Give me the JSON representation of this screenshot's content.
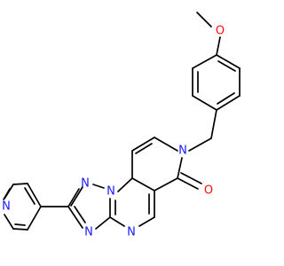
{
  "colors": {
    "bond": "#000000",
    "nitrogen": "#1a1aff",
    "oxygen": "#ff0d0d",
    "background": "#ffffff"
  },
  "atoms": {
    "o_methoxy": "O",
    "o_carbonyl": "O",
    "n_pyridine": "N",
    "n_triazole_1": "N",
    "n_triazole_2": "N",
    "n_triazole_3": "N",
    "n_pyrimidine": "N",
    "n_lactam": "N"
  }
}
